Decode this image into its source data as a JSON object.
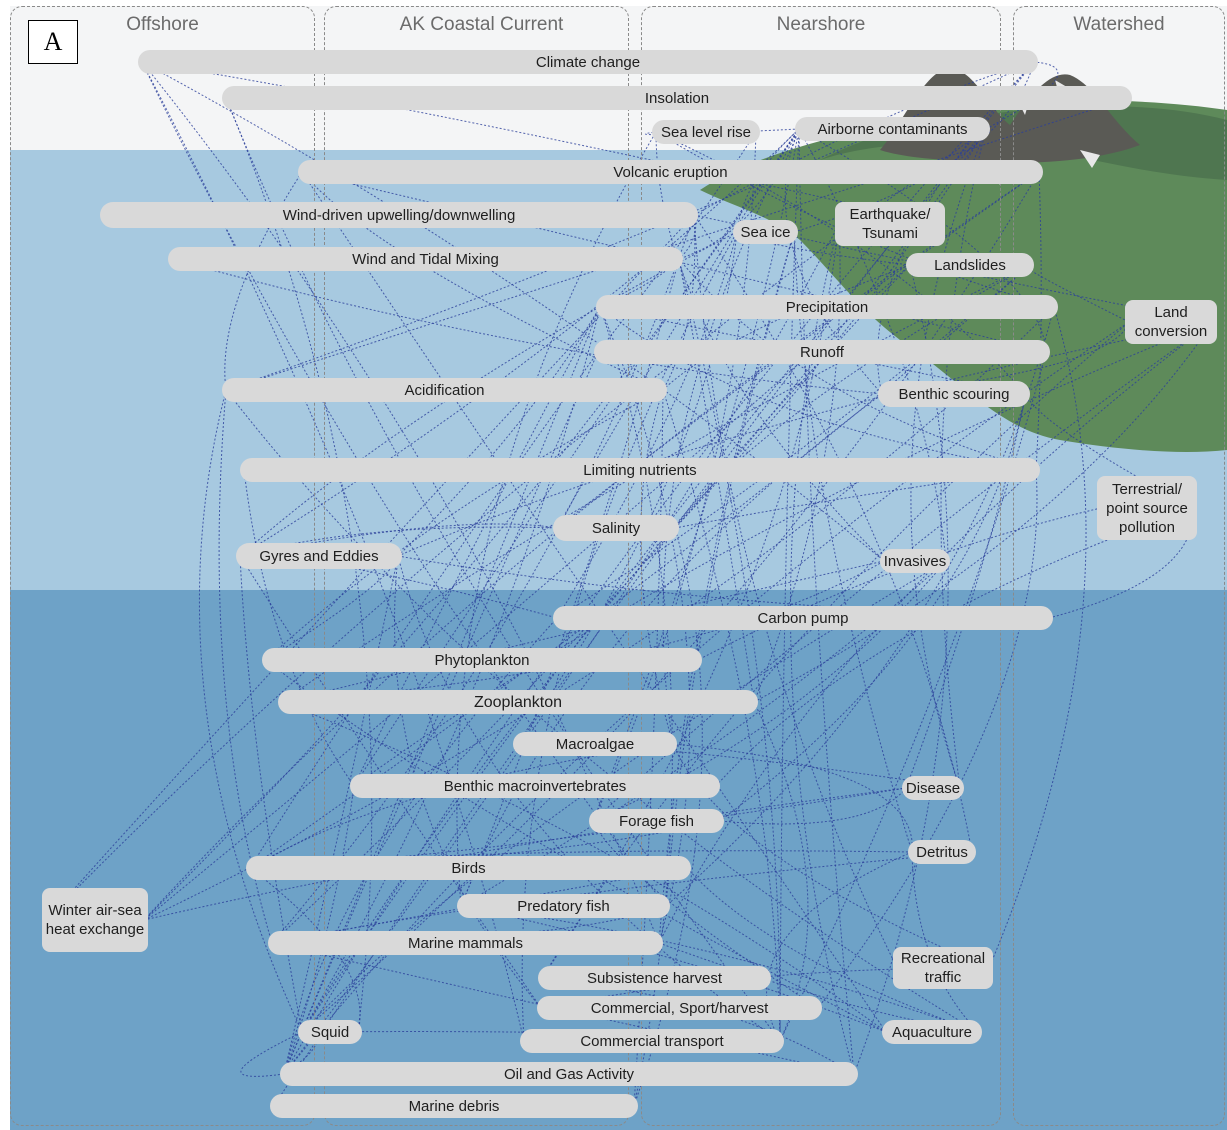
{
  "panel_label": "A",
  "zones": {
    "offshore": "Offshore",
    "ak_coastal_current": "AK Coastal Current",
    "nearshore": "Nearshore",
    "watershed": "Watershed"
  },
  "nodes": {
    "climate_change": "Climate change",
    "insolation": "Insolation",
    "sea_level_rise": "Sea level rise",
    "airborne_contaminants": "Airborne contaminants",
    "volcanic_eruption": "Volcanic eruption",
    "wind_upwelling": "Wind-driven upwelling/downwelling",
    "sea_ice": "Sea ice",
    "earthquake_tsunami": "Earthquake/ Tsunami",
    "wind_tidal_mixing": "Wind and Tidal Mixing",
    "landslides": "Landslides",
    "precipitation": "Precipitation",
    "land_conversion": "Land conversion",
    "runoff": "Runoff",
    "acidification": "Acidification",
    "benthic_scouring": "Benthic scouring",
    "limiting_nutrients": "Limiting nutrients",
    "terrestrial_pollution": "Terrestrial/ point source pollution",
    "salinity": "Salinity",
    "gyres_eddies": "Gyres and Eddies",
    "invasives": "Invasives",
    "carbon_pump": "Carbon pump",
    "phytoplankton": "Phytoplankton",
    "zooplankton": "Zooplankton",
    "macroalgae": "Macroalgae",
    "benthic_macroinvertebrates": "Benthic macroinvertebrates",
    "disease": "Disease",
    "forage_fish": "Forage fish",
    "detritus": "Detritus",
    "birds": "Birds",
    "winter_heat_exchange": "Winter air-sea heat exchange",
    "predatory_fish": "Predatory fish",
    "marine_mammals": "Marine mammals",
    "recreational_traffic": "Recreational traffic",
    "subsistence_harvest": "Subsistence harvest",
    "commercial_sport_harvest": "Commercial, Sport/harvest",
    "squid": "Squid",
    "aquaculture": "Aquaculture",
    "commercial_transport": "Commercial transport",
    "oil_gas": "Oil and Gas Activity",
    "marine_debris": "Marine debris"
  },
  "colors": {
    "sky": "#f4f5f6",
    "shallow_water": "#a7c9e0",
    "deep_water": "#6ea2c7",
    "land": "#5e8a5a",
    "mountain": "#5a5a55",
    "node_fill": "#d9d9d9",
    "link": "#2a3f9a"
  }
}
